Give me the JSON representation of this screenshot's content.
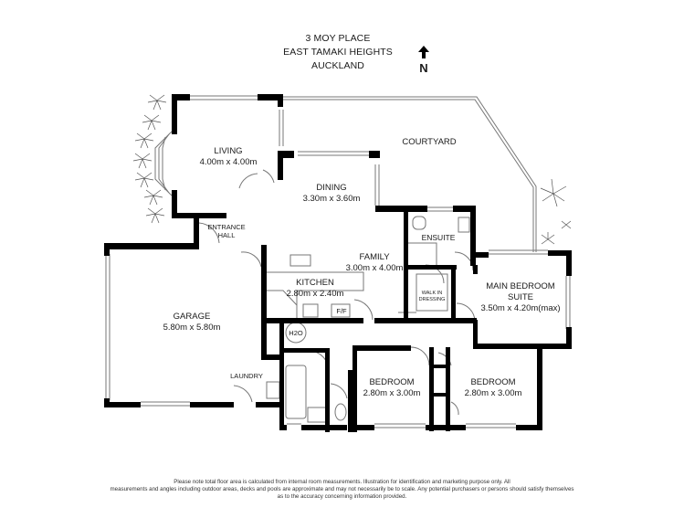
{
  "header": {
    "address_line1": "3 MOY PLACE",
    "address_line2": "EAST TAMAKI HEIGHTS",
    "address_line3": "AUCKLAND",
    "north_label": "N",
    "north_icon": "north-arrow-icon"
  },
  "rooms": {
    "living": {
      "name": "LIVING",
      "dims": "4.00m x 4.00m"
    },
    "dining": {
      "name": "DINING",
      "dims": "3.30m x 3.60m"
    },
    "courtyard": {
      "name": "COURTYARD"
    },
    "entrance": {
      "name_line1": "ENTRANCE",
      "name_line2": "HALL"
    },
    "ensuite": {
      "name": "ENSUITE"
    },
    "family": {
      "name": "FAMILY",
      "dims": "3.00m x 4.00m"
    },
    "kitchen": {
      "name": "KITCHEN",
      "dims": "2.80m x 2.40m"
    },
    "fridge": {
      "name": "F/F"
    },
    "walk_in": {
      "name_line1": "WALK IN",
      "name_line2": "DRESSING"
    },
    "main_bedroom": {
      "name_line1": "MAIN BEDROOM",
      "name_line2": "SUITE",
      "dims": "3.50m x 4.20m(max)"
    },
    "garage": {
      "name": "GARAGE",
      "dims": "5.80m x 5.80m"
    },
    "laundry": {
      "name": "LAUNDRY"
    },
    "h2o": {
      "name": "H2O"
    },
    "bedroom2": {
      "name": "BEDROOM",
      "dims": "2.80m x 3.00m"
    },
    "bedroom3": {
      "name": "BEDROOM",
      "dims": "2.80m x 3.00m"
    }
  },
  "colors": {
    "wall": "#000000",
    "thin_line": "#6b6b6b",
    "text": "#1a1a1a",
    "background": "#ffffff"
  },
  "disclaimer": {
    "line1": "Please note total floor area is calculated from internal room measurements. Illustration for identification and marketing purpose only. All",
    "line2": "measurements and angles including outdoor areas, decks and pools are approximate and may not necessarily be to scale. Any potential purchasers or persons should satisfy themselves",
    "line3": "as to the accuracy concerning information provided."
  }
}
